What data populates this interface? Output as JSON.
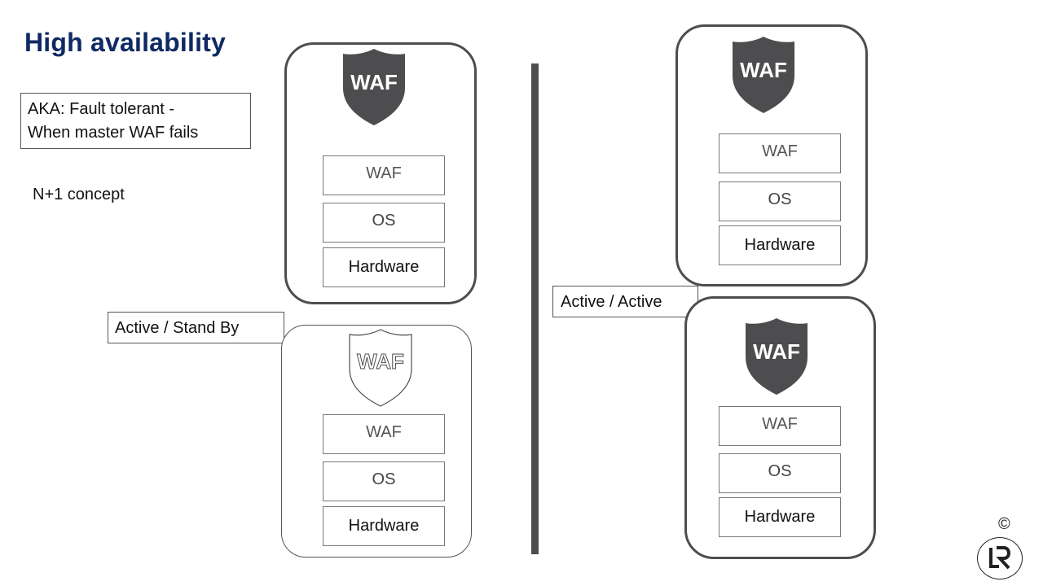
{
  "title": "High availability",
  "aka_line1": "AKA: Fault tolerant -",
  "aka_line2": "When master WAF fails",
  "concept": "N+1 concept",
  "label_standby": "Active / Stand By",
  "label_active": "Active / Active",
  "shield_text": "WAF",
  "layers": {
    "waf": "WAF",
    "os": "OS",
    "hardware": "Hardware"
  },
  "copyright": "©",
  "colors": {
    "title": "#0e2a63",
    "shield": "#4d4d4f",
    "divider": "#4d4d4f"
  }
}
